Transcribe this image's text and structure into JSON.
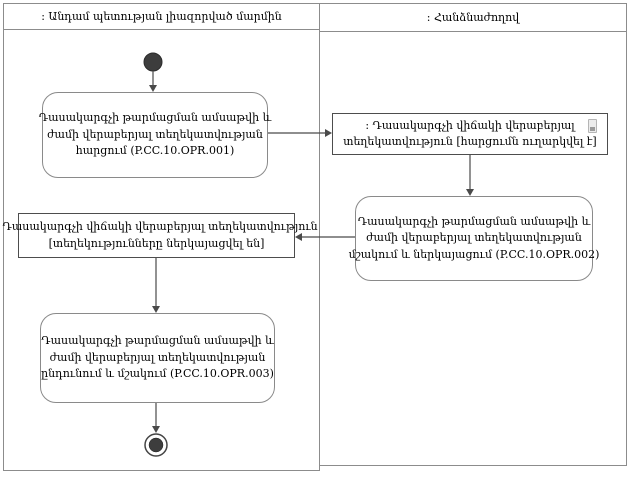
{
  "diagram": {
    "lanes": [
      {
        "title": ": Անդամ պետության լիազորված մարմին"
      },
      {
        "title": ": Հանձնաժողով"
      }
    ],
    "nodes": {
      "start": {
        "type": "initial-node"
      },
      "action1": {
        "type": "action",
        "lines": [
          "Դասակարգչի թարմացման ամսաթվի և",
          "ժամի վերաբերյալ տեղեկատվության",
          "հարցում (P.CC.10.OPR.001)"
        ]
      },
      "object1": {
        "type": "object",
        "icon": "object-marker-icon",
        "lines": [
          ": Դասակարգչի վիճակի վերաբերյալ",
          "տեղեկատվություն [հարցումն ուղարկվել է]"
        ]
      },
      "action2": {
        "type": "action",
        "lines": [
          "Դասակարգչի թարմացման ամսաթվի և",
          "ժամի վերաբերյալ տեղեկատվության",
          "մշակում և ներկայացում (P.CC.10.OPR.002)"
        ]
      },
      "object2": {
        "type": "object",
        "lines": [
          ": Դասակարգչի վիճակի վերաբերյալ տեղեկատվություն",
          "[տեղեկությունները ներկայացվել են]"
        ]
      },
      "action3": {
        "type": "action",
        "lines": [
          "Դասակարգչի թարմացման ամսաթվի և",
          "ժամի վերաբերյալ տեղեկատվության",
          "ընդունում և մշակում (P.CC.10.OPR.003)"
        ]
      },
      "final": {
        "type": "activity-final-node"
      }
    },
    "colors": {
      "lane_border": "#8c8c8c",
      "action_border": "#8a8a8a",
      "object_border": "#4d4d4d",
      "connector": "#4a4a4a",
      "node_fill": "#ffffff",
      "start_node": "#3d3d3d",
      "background": "#ffffff"
    }
  }
}
